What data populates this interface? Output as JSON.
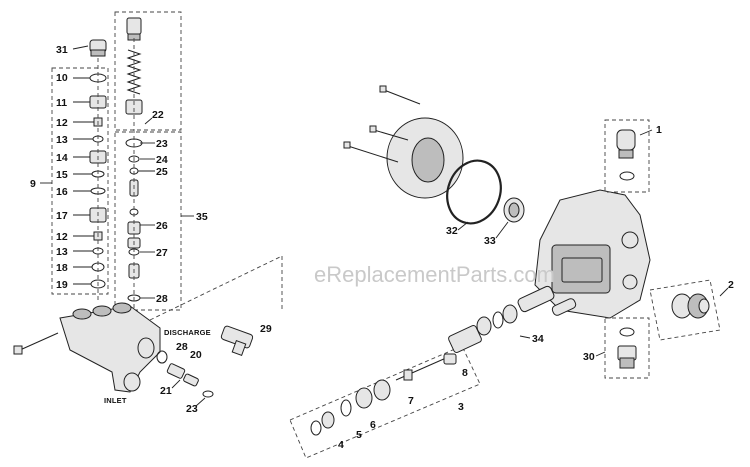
{
  "watermark": "eReplacementParts.com",
  "captions": {
    "discharge": "DISCHARGE",
    "inlet": "INLET"
  },
  "callouts": [
    "1",
    "2",
    "3",
    "4",
    "5",
    "6",
    "7",
    "8",
    "9",
    "10",
    "11",
    "12",
    "13",
    "14",
    "15",
    "16",
    "17",
    "12",
    "13",
    "18",
    "19",
    "20",
    "21",
    "22",
    "23",
    "24",
    "25",
    "26",
    "27",
    "28",
    "23",
    "28",
    "29",
    "30",
    "31",
    "32",
    "33",
    "34",
    "35"
  ],
  "colors": {
    "line": "#222222",
    "part_fill": "#e6e6e6",
    "part_dark": "#bdbdbd",
    "watermark": "#c9c9c9"
  }
}
